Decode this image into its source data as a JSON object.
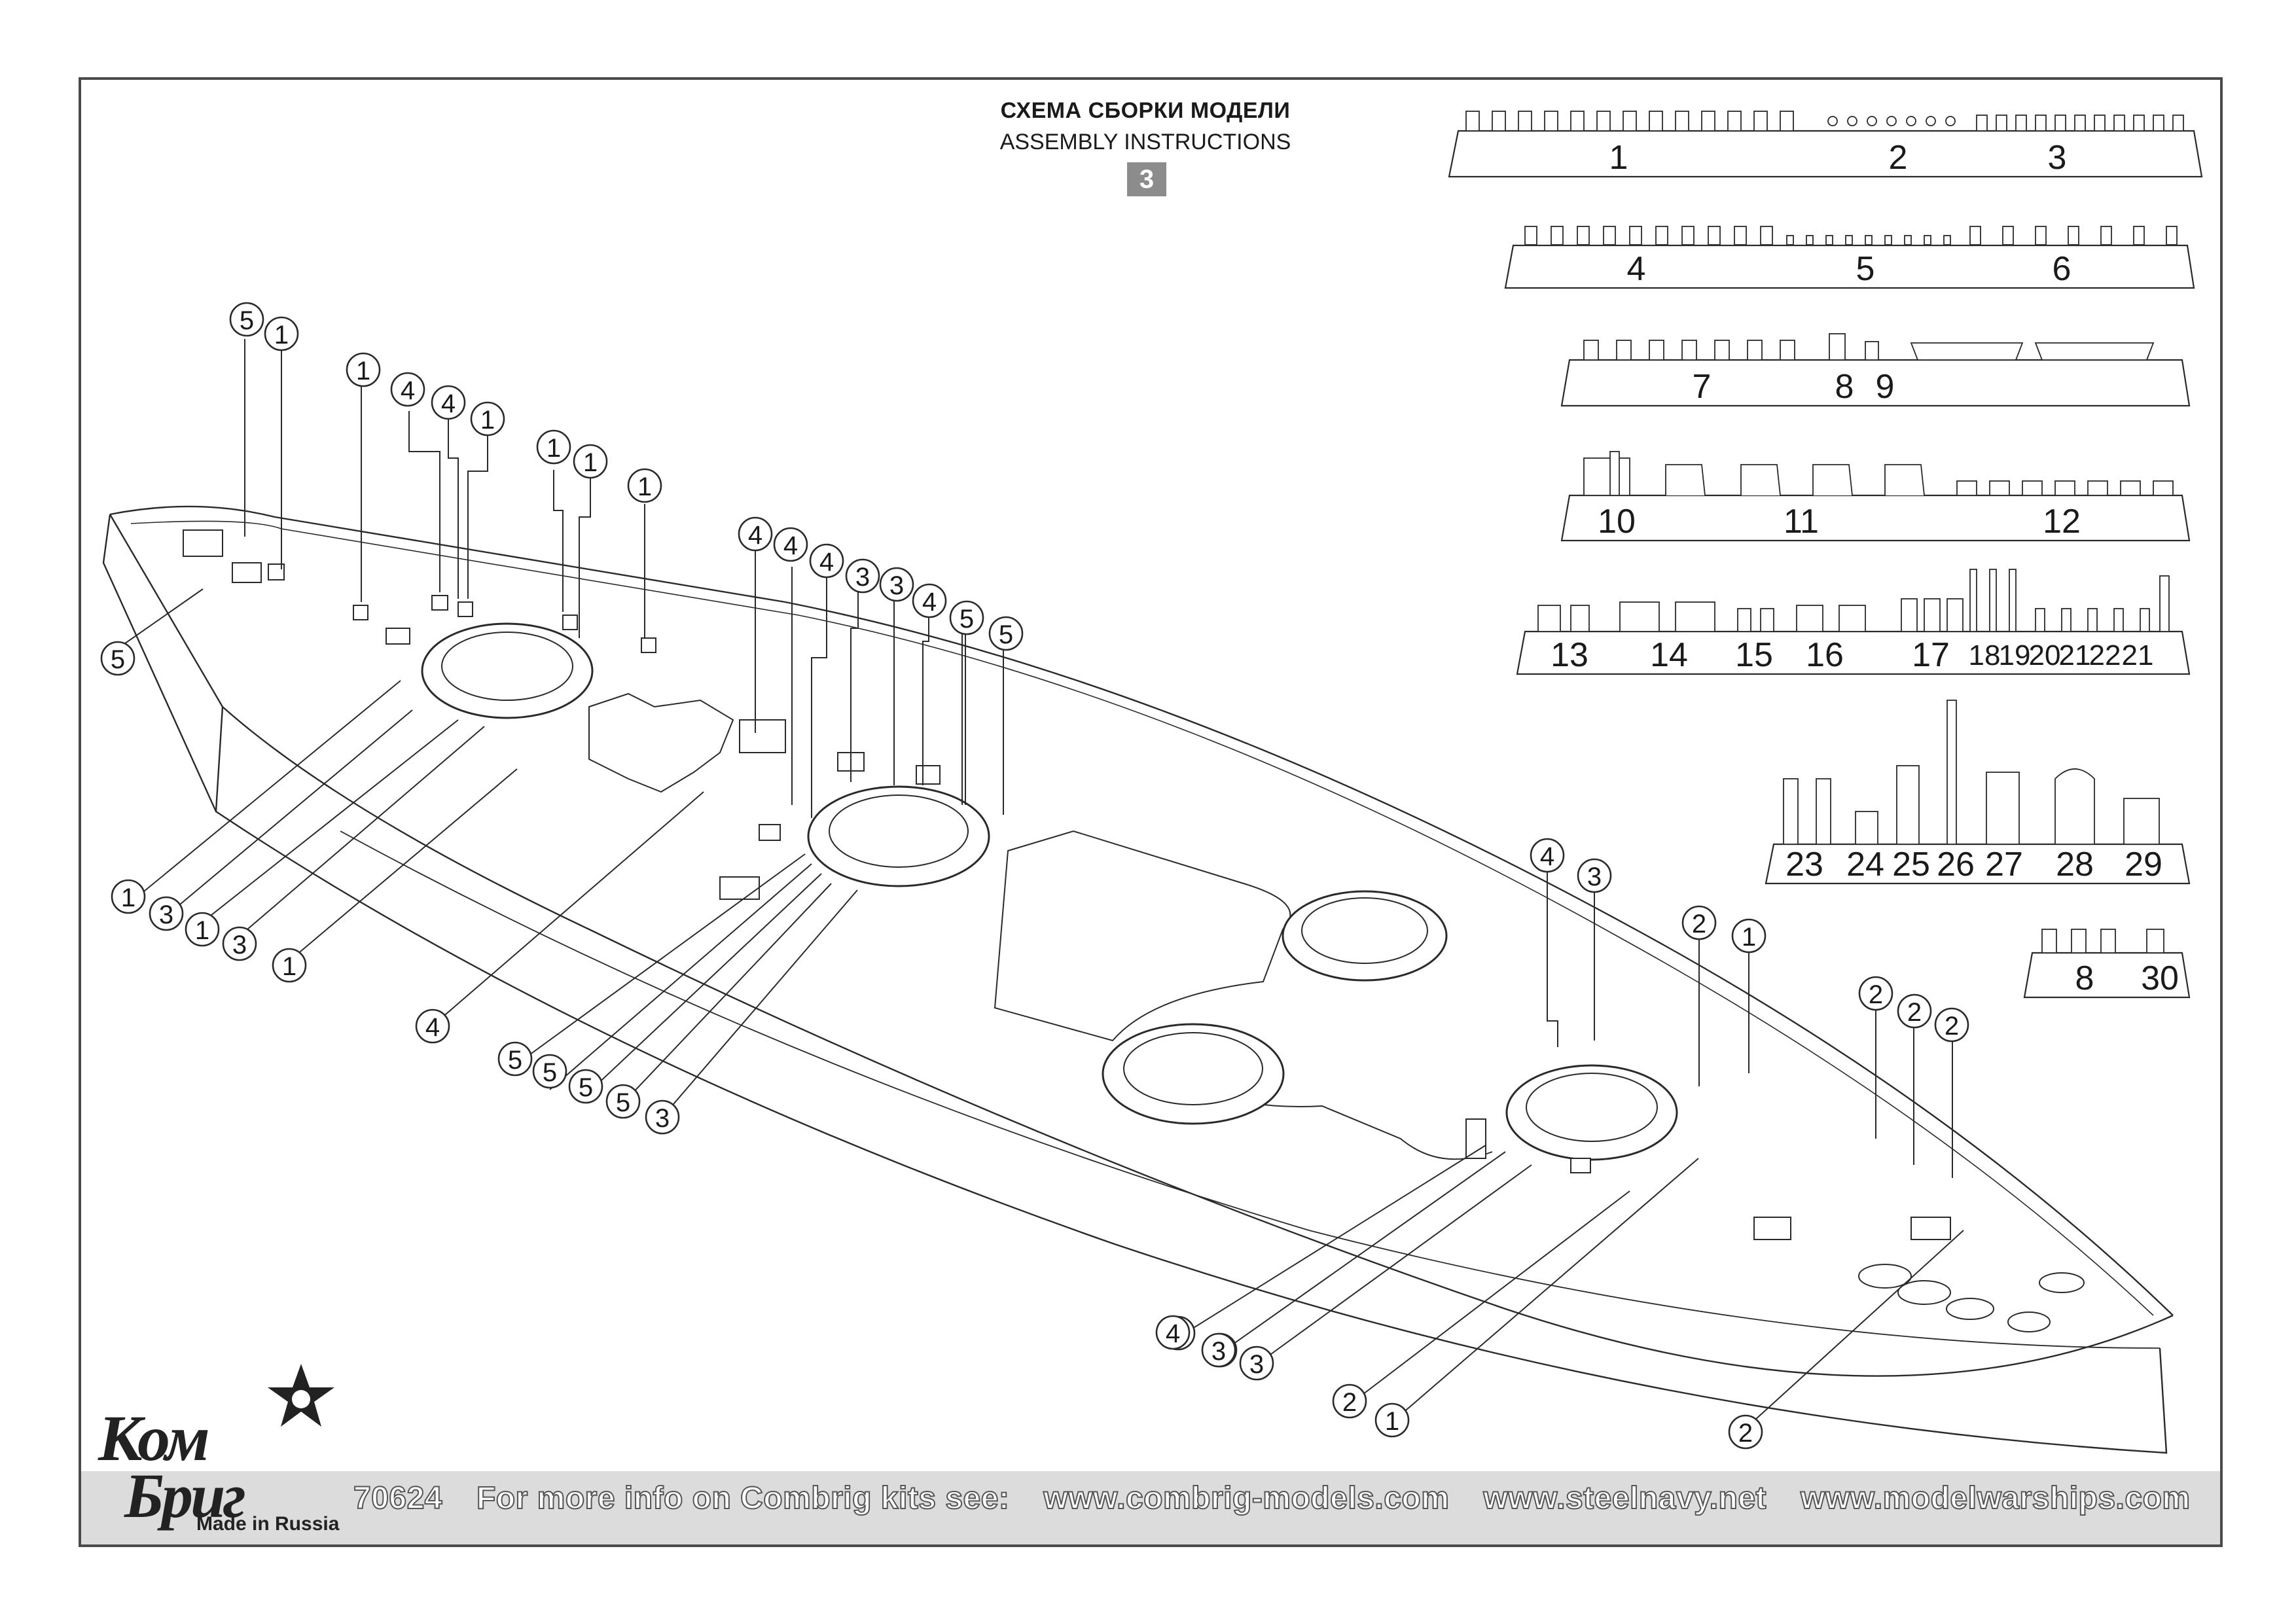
{
  "header": {
    "title_ru": "СХЕМА СБОРКИ МОДЕЛИ",
    "title_en": "ASSEMBLY INSTRUCTIONS",
    "step": "3"
  },
  "part_trays": [
    {
      "labels": [
        "1",
        "2",
        "3"
      ]
    },
    {
      "labels": [
        "4",
        "5",
        "6"
      ]
    },
    {
      "labels": [
        "7",
        "8",
        "9"
      ]
    },
    {
      "labels": [
        "10",
        "11",
        "12"
      ]
    },
    {
      "labels": [
        "13",
        "14",
        "15",
        "16",
        "17",
        "18",
        "19",
        "20",
        "21",
        "22",
        "21"
      ]
    },
    {
      "labels": [
        "23",
        "24",
        "25",
        "26",
        "27",
        "28",
        "29"
      ]
    },
    {
      "labels": [
        "8",
        "30"
      ]
    }
  ],
  "callouts": [
    "5",
    "1",
    "1",
    "4",
    "4",
    "1",
    "1",
    "1",
    "1",
    "5",
    "1",
    "3",
    "1",
    "3",
    "1",
    "4",
    "4",
    "4",
    "4",
    "3",
    "3",
    "4",
    "5",
    "5",
    "4",
    "3",
    "5",
    "5",
    "5",
    "5",
    "3",
    "4",
    "3",
    "2",
    "1",
    "2",
    "2",
    "2",
    "4",
    "3",
    "3",
    "2",
    "1",
    "2"
  ],
  "footer": {
    "code": "70624",
    "info": "For more info on Combrig kits see:",
    "site1": "www.combrig-models.com",
    "site2": "www.steelnavy.net",
    "site3": "www.modelwarships.com"
  },
  "logo": {
    "line1": "Ком",
    "line2": "Бриг",
    "tagline": "Made in Russia"
  }
}
